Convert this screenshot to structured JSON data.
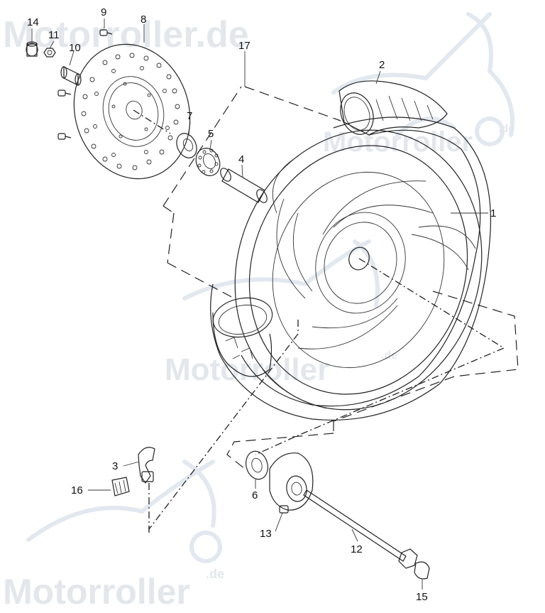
{
  "watermark": {
    "brand": "Motorroller",
    "domain": "Motorroller.de",
    "suffix": ".de"
  },
  "callouts": {
    "c1": "1",
    "c2": "2",
    "c3": "3",
    "c4": "4",
    "c5": "5",
    "c6": "6",
    "c7": "7",
    "c8": "8",
    "c9": "9",
    "c10": "10",
    "c11": "11",
    "c12": "12",
    "c13": "13",
    "c14": "14",
    "c15": "15",
    "c16": "16",
    "c17": "17"
  }
}
